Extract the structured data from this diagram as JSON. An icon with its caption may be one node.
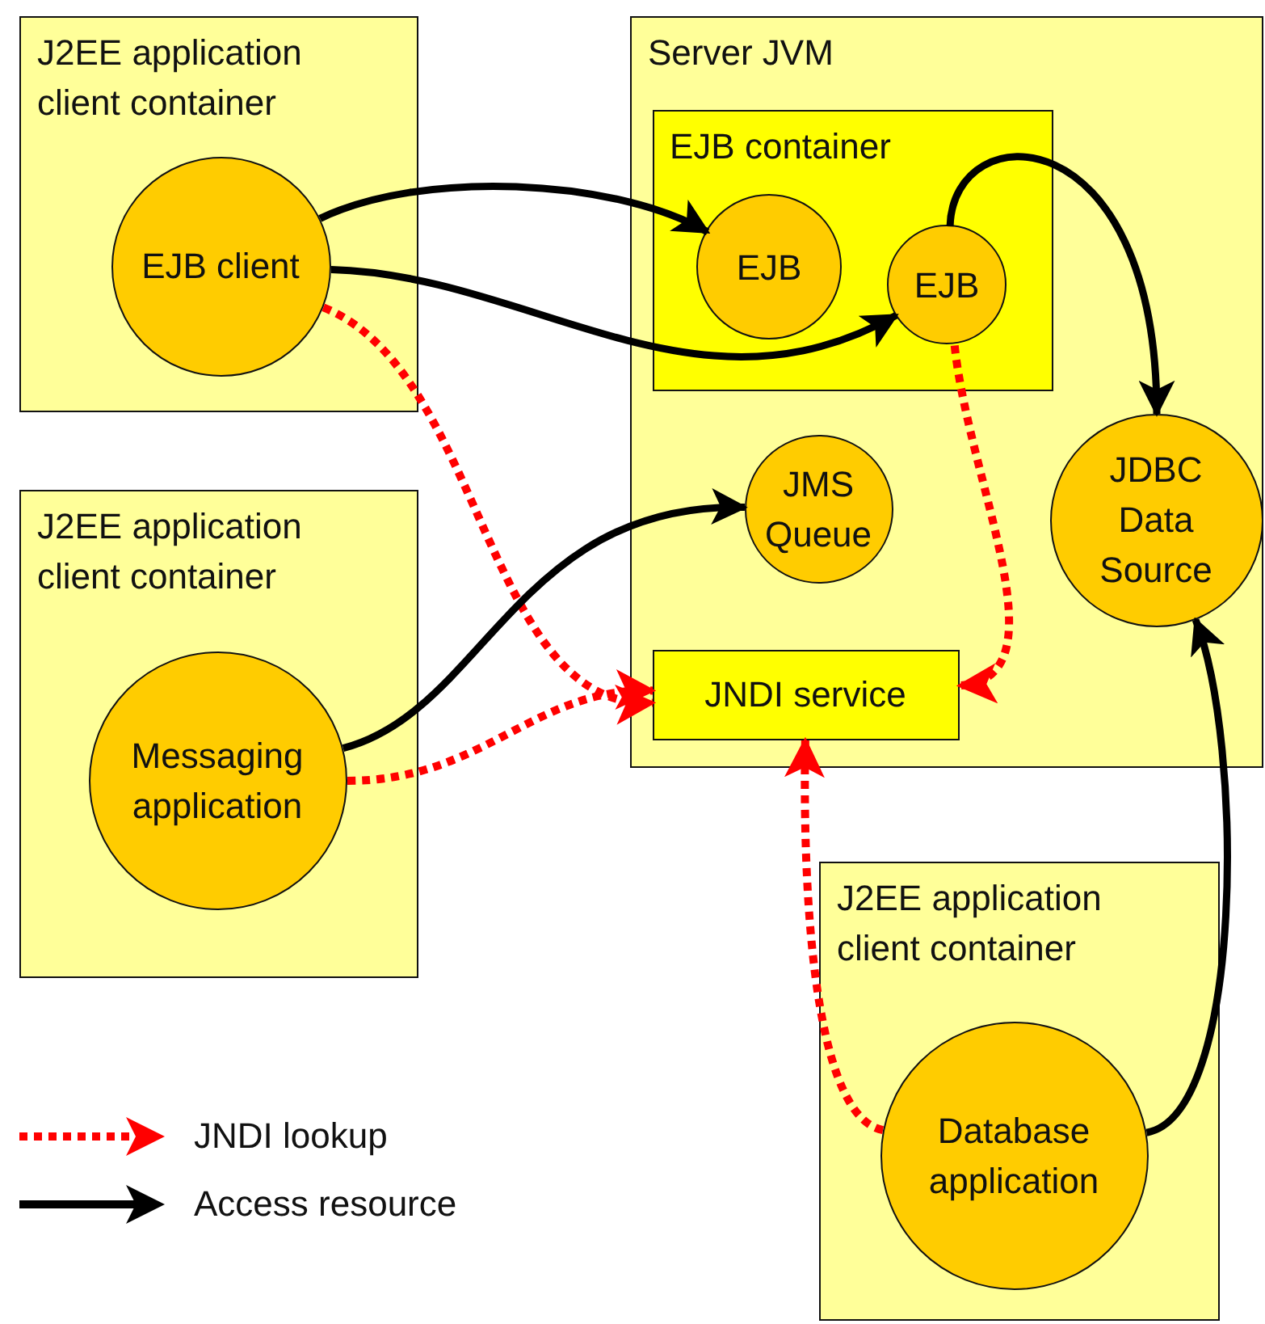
{
  "diagram": {
    "nodes": [
      {
        "text": [
          "J2EE application client container"
        ]
      },
      {
        "text": [
          "EJB client"
        ],
        "in": 0
      },
      {
        "text": [
          "J2EE application client container"
        ]
      },
      {
        "text": [
          "Messaging application"
        ],
        "in": 2
      },
      {
        "text": [
          "Server JVM"
        ]
      },
      {
        "text": [
          "EJB container"
        ],
        "in": 4
      },
      {
        "text": [
          "EJB"
        ],
        "in": 5
      },
      {
        "text": [
          "EJB"
        ],
        "in": 5
      },
      {
        "text": [
          "JMS Queue"
        ],
        "in": 4
      },
      {
        "text": [
          "JDBC Data Source"
        ],
        "in": 4
      },
      {
        "text": [
          "JNDI service"
        ],
        "in": 4
      },
      {
        "text": [
          "J2EE application client container"
        ]
      },
      {
        "text": [
          "Database application"
        ],
        "in": 11
      }
    ],
    "edges": [
      {
        "from": 1,
        "to": 6,
        "arrow": "to"
      },
      {
        "from": 1,
        "to": 7,
        "arrow": "to"
      },
      {
        "from": 1,
        "to": 10,
        "arrow": "to",
        "style": "dashed",
        "color": "#ff0000"
      },
      {
        "from": 3,
        "to": 8,
        "arrow": "to"
      },
      {
        "from": 3,
        "to": 10,
        "arrow": "to",
        "style": "dashed",
        "color": "#ff0000"
      },
      {
        "from": 7,
        "to": 10,
        "arrow": "to",
        "style": "dashed",
        "color": "#ff0000"
      },
      {
        "from": 7,
        "to": 9,
        "arrow": "to"
      },
      {
        "from": 12,
        "to": 10,
        "arrow": "to",
        "style": "dashed",
        "color": "#ff0000"
      },
      {
        "from": 12,
        "to": 9,
        "arrow": "to"
      }
    ],
    "legend": [
      {
        "text": "JNDI lookup"
      },
      {
        "text": "Access resource"
      }
    ]
  }
}
